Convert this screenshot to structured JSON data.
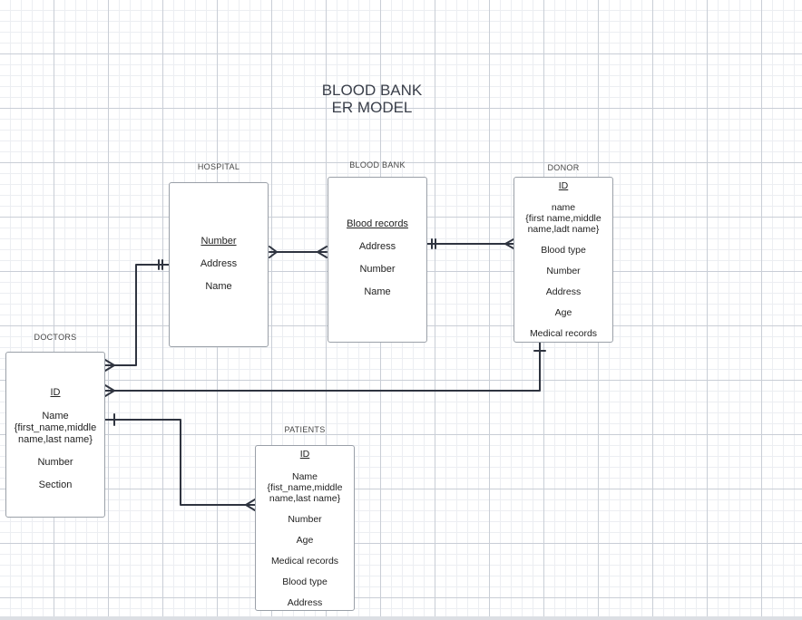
{
  "title": {
    "line1": "BLOOD BANK",
    "line2": "ER MODEL"
  },
  "entities": {
    "hospital": {
      "label": "HOSPITAL",
      "attrs": [
        "Number",
        "Address",
        "Name"
      ]
    },
    "blood_bank": {
      "label": "BLOOD BANK",
      "attrs": [
        "Blood records",
        "Address",
        "Number",
        "Name"
      ]
    },
    "donor": {
      "label": "DONOR",
      "attrs": [
        "ID",
        "name",
        "{first name,middle",
        "name,ladt name}",
        "Blood type",
        "Number",
        "Address",
        "Age",
        "Medical records"
      ]
    },
    "doctors": {
      "label": "DOCTORS",
      "attrs": [
        "ID",
        "Name",
        "{first_name,middle",
        "name,last name}",
        "Number",
        "Section"
      ]
    },
    "patients": {
      "label": "PATIENTS",
      "attrs": [
        "ID",
        "Name",
        "{fist_name,middle",
        "name,last name}",
        "Number",
        "Age",
        "Medical records",
        "Blood type",
        "Address"
      ]
    }
  },
  "relationships": [
    {
      "from": "hospital",
      "to": "blood_bank",
      "from_end": "many",
      "to_end": "many"
    },
    {
      "from": "blood_bank",
      "to": "donor",
      "from_end": "one-and-only-one",
      "to_end": "many"
    },
    {
      "from": "doctors",
      "to": "hospital",
      "from_end": "many",
      "to_end": "one-and-only-one"
    },
    {
      "from": "doctors",
      "to": "donor",
      "from_end": "many",
      "to_end": "one"
    },
    {
      "from": "doctors",
      "to": "patients",
      "from_end": "one",
      "to_end": "many"
    }
  ]
}
